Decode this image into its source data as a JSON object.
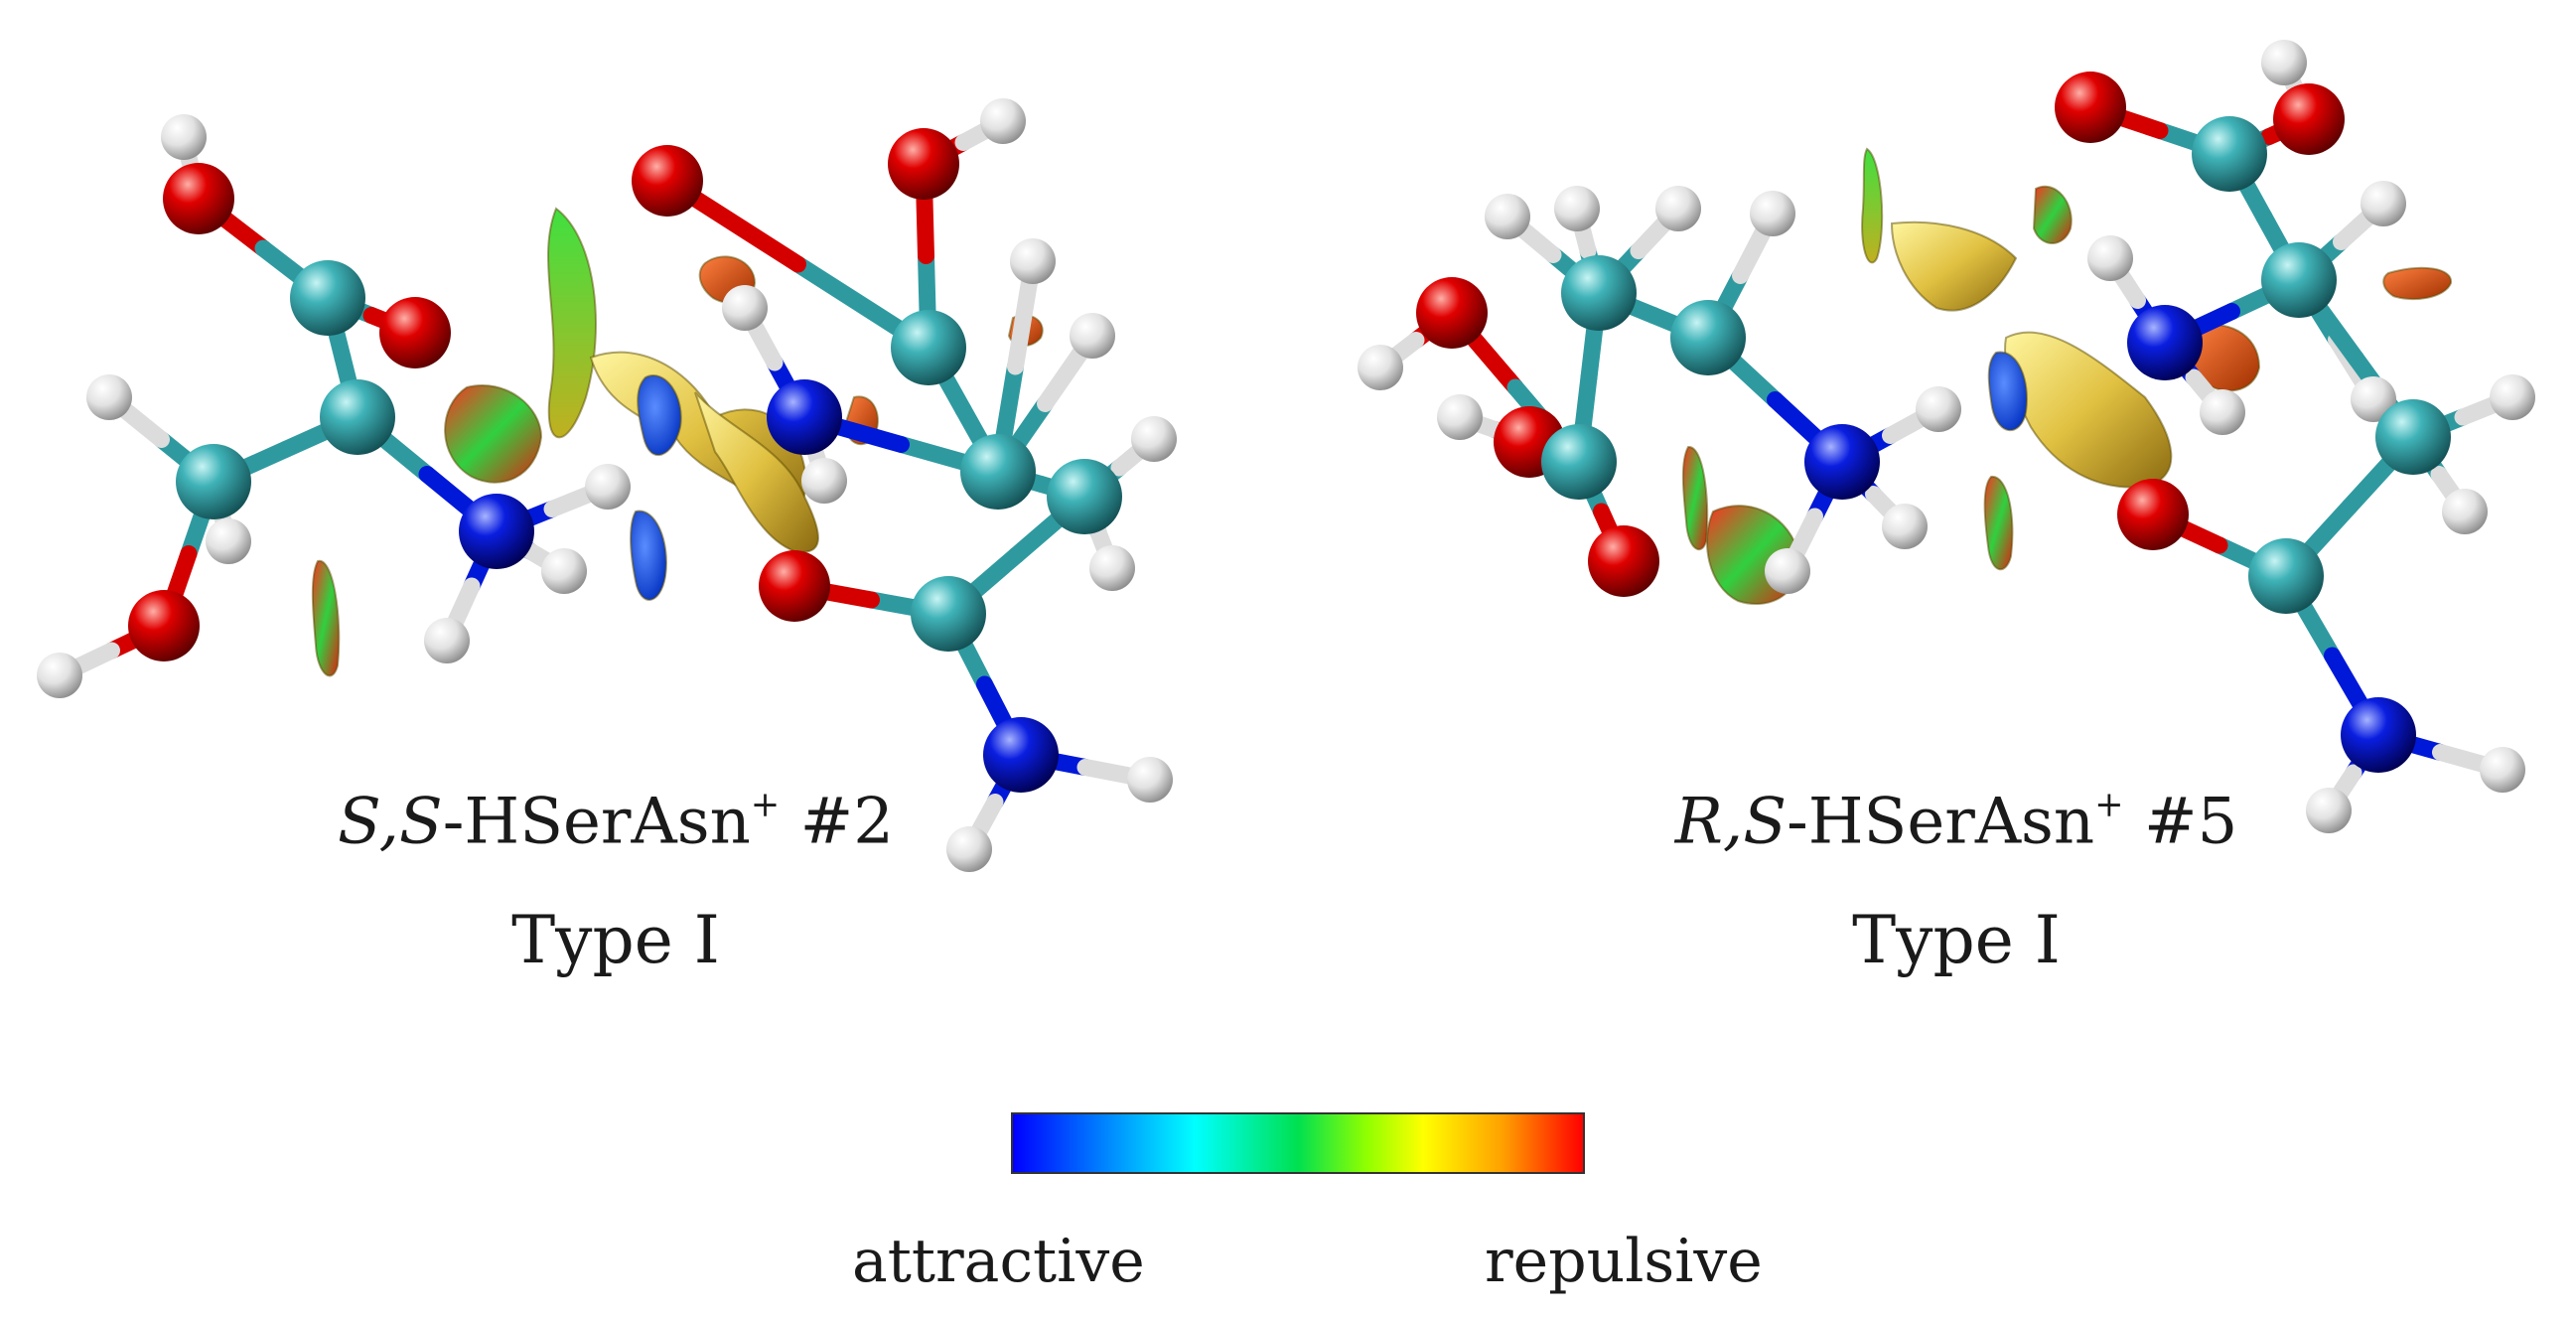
{
  "panels": [
    {
      "stereo_prefix": "S,S",
      "name": "-HSerAsn",
      "charge": "+",
      "conformer": "#2",
      "type_label": "Type I"
    },
    {
      "stereo_prefix": "R,S",
      "name": "-HSerAsn",
      "charge": "+",
      "conformer": "#5",
      "type_label": "Type I"
    }
  ],
  "colorbar": {
    "left_label": "attractive",
    "right_label": "repulsive",
    "colors": [
      "#0000ff",
      "#00ffff",
      "#00e050",
      "#ffff00",
      "#ff0000"
    ]
  },
  "atom_colors": {
    "carbon": "#2e9aa0",
    "oxygen": "#d40000",
    "nitrogen": "#0018d8",
    "hydrogen": "#e8e8e8"
  }
}
